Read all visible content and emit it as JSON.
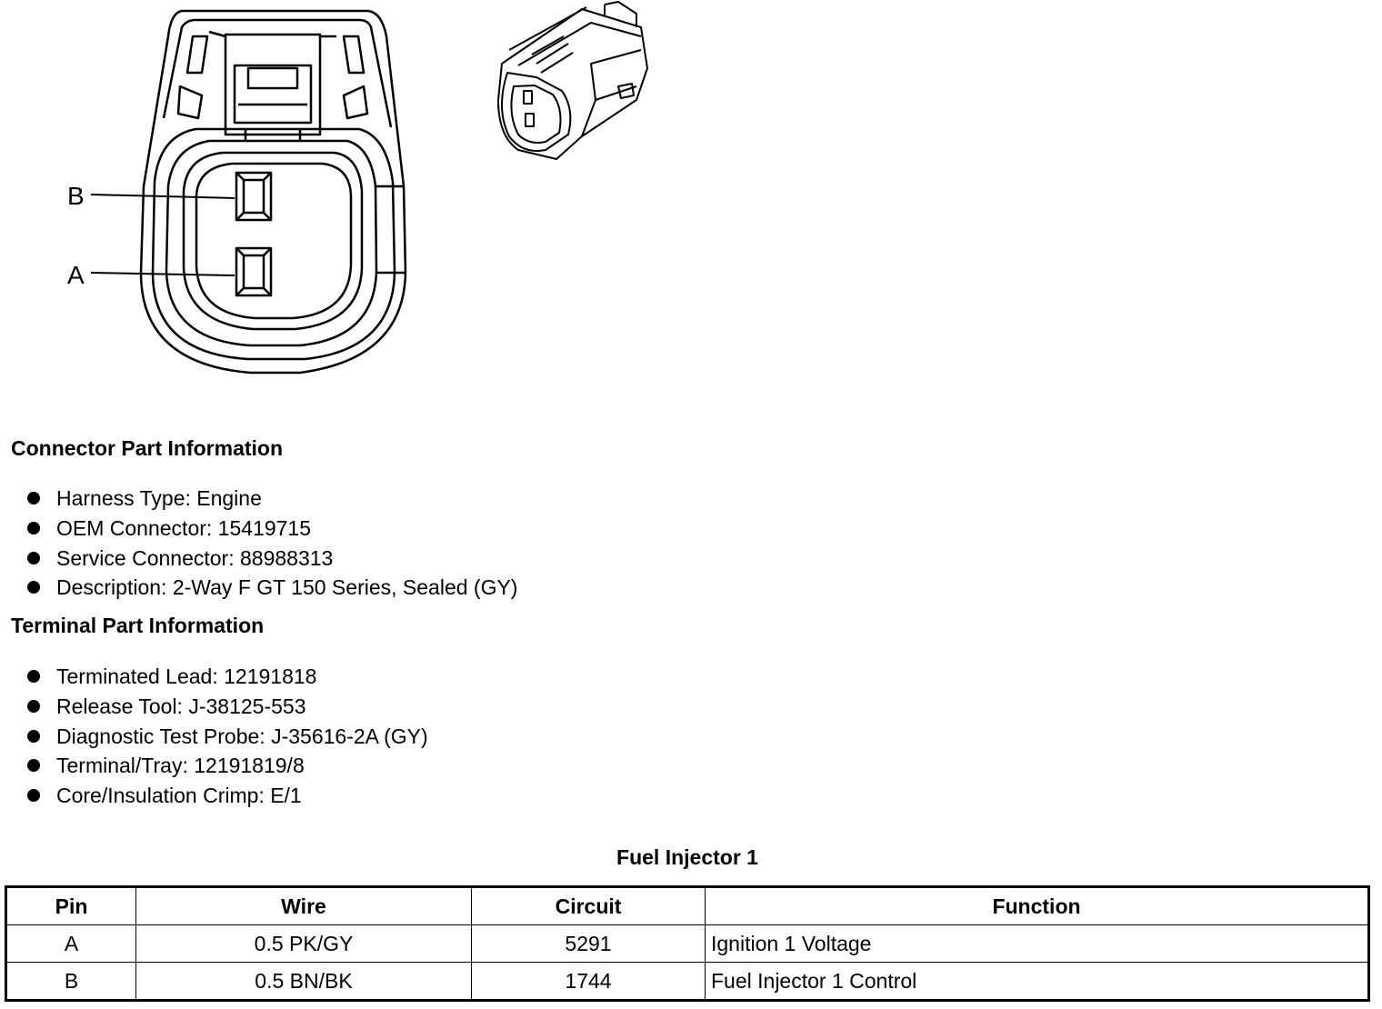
{
  "diagram": {
    "pin_labels": [
      "B",
      "A"
    ]
  },
  "connector_section": {
    "heading": "Connector Part Information",
    "items": [
      "Harness Type: Engine",
      "OEM Connector: 15419715",
      "Service Connector: 88988313",
      "Description: 2-Way F GT 150 Series, Sealed (GY)"
    ]
  },
  "terminal_section": {
    "heading": "Terminal Part Information",
    "items": [
      "Terminated Lead: 12191818",
      "Release Tool: J-38125-553",
      "Diagnostic Test Probe: J-35616-2A (GY)",
      "Terminal/Tray: 12191819/8",
      "Core/Insulation Crimp: E/1"
    ]
  },
  "table": {
    "title": "Fuel Injector 1",
    "headers": [
      "Pin",
      "Wire",
      "Circuit",
      "Function"
    ],
    "rows": [
      [
        "A",
        "0.5 PK/GY",
        "5291",
        "Ignition 1 Voltage"
      ],
      [
        "B",
        "0.5 BN/BK",
        "1744",
        "Fuel Injector 1 Control"
      ]
    ]
  }
}
